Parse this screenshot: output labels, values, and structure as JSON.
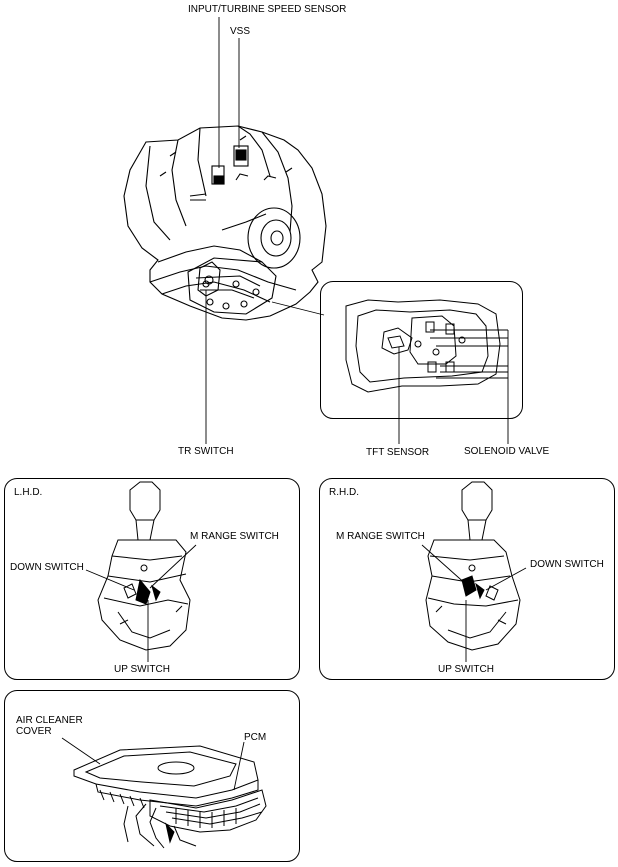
{
  "labels": {
    "input_turbine_sensor": "INPUT/TURBINE SPEED SENSOR",
    "vss": "VSS",
    "tr_switch": "TR SWITCH",
    "tft_sensor": "TFT SENSOR",
    "solenoid_valve": "SOLENOID VALVE"
  },
  "lhd_panel": {
    "title": "L.H.D.",
    "m_range_switch": "M RANGE SWITCH",
    "down_switch": "DOWN SWITCH",
    "up_switch": "UP SWITCH"
  },
  "rhd_panel": {
    "title": "R.H.D.",
    "m_range_switch": "M RANGE SWITCH",
    "down_switch": "DOWN SWITCH",
    "up_switch": "UP SWITCH"
  },
  "pcm_panel": {
    "air_cleaner_cover": "AIR CLEANER\nCOVER",
    "pcm": "PCM"
  },
  "colors": {
    "line": "#000000",
    "background": "#ffffff"
  }
}
